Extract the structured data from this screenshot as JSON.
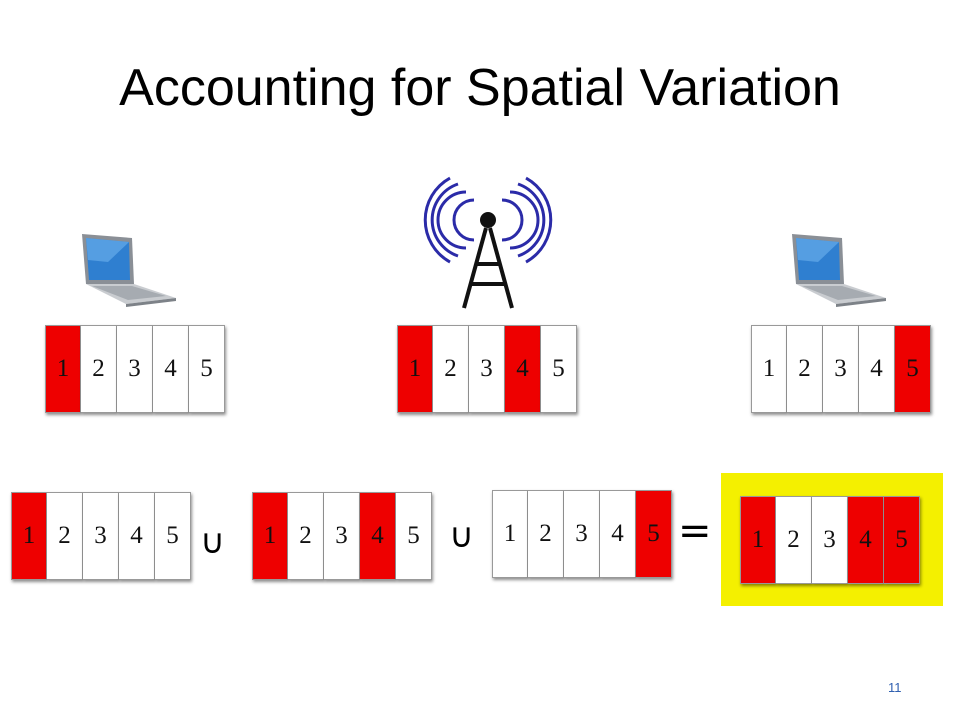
{
  "title": "Accounting for Spatial Variation",
  "page_number": "11",
  "union_symbol": "∪",
  "equals_symbol": "=",
  "colors": {
    "marked": "#ee0000",
    "unmarked": "#ffffff",
    "highlight": "#f4f000",
    "tower": "#2b2ba8"
  },
  "icons": {
    "laptop": "laptop-icon",
    "tower": "radio-tower-icon"
  },
  "top_row": {
    "left_laptop": {
      "cells": [
        "1",
        "2",
        "3",
        "4",
        "5"
      ],
      "marked": [
        true,
        false,
        false,
        false,
        false
      ]
    },
    "tower": {
      "cells": [
        "1",
        "2",
        "3",
        "4",
        "5"
      ],
      "marked": [
        true,
        false,
        false,
        true,
        false
      ]
    },
    "right_laptop": {
      "cells": [
        "1",
        "2",
        "3",
        "4",
        "5"
      ],
      "marked": [
        false,
        false,
        false,
        false,
        true
      ]
    }
  },
  "equation": {
    "term1": {
      "cells": [
        "1",
        "2",
        "3",
        "4",
        "5"
      ],
      "marked": [
        true,
        false,
        false,
        false,
        false
      ]
    },
    "term2": {
      "cells": [
        "1",
        "2",
        "3",
        "4",
        "5"
      ],
      "marked": [
        true,
        false,
        false,
        true,
        false
      ]
    },
    "term3": {
      "cells": [
        "1",
        "2",
        "3",
        "4",
        "5"
      ],
      "marked": [
        false,
        false,
        false,
        false,
        true
      ]
    },
    "result": {
      "cells": [
        "1",
        "2",
        "3",
        "4",
        "5"
      ],
      "marked": [
        true,
        false,
        false,
        true,
        true
      ]
    }
  }
}
